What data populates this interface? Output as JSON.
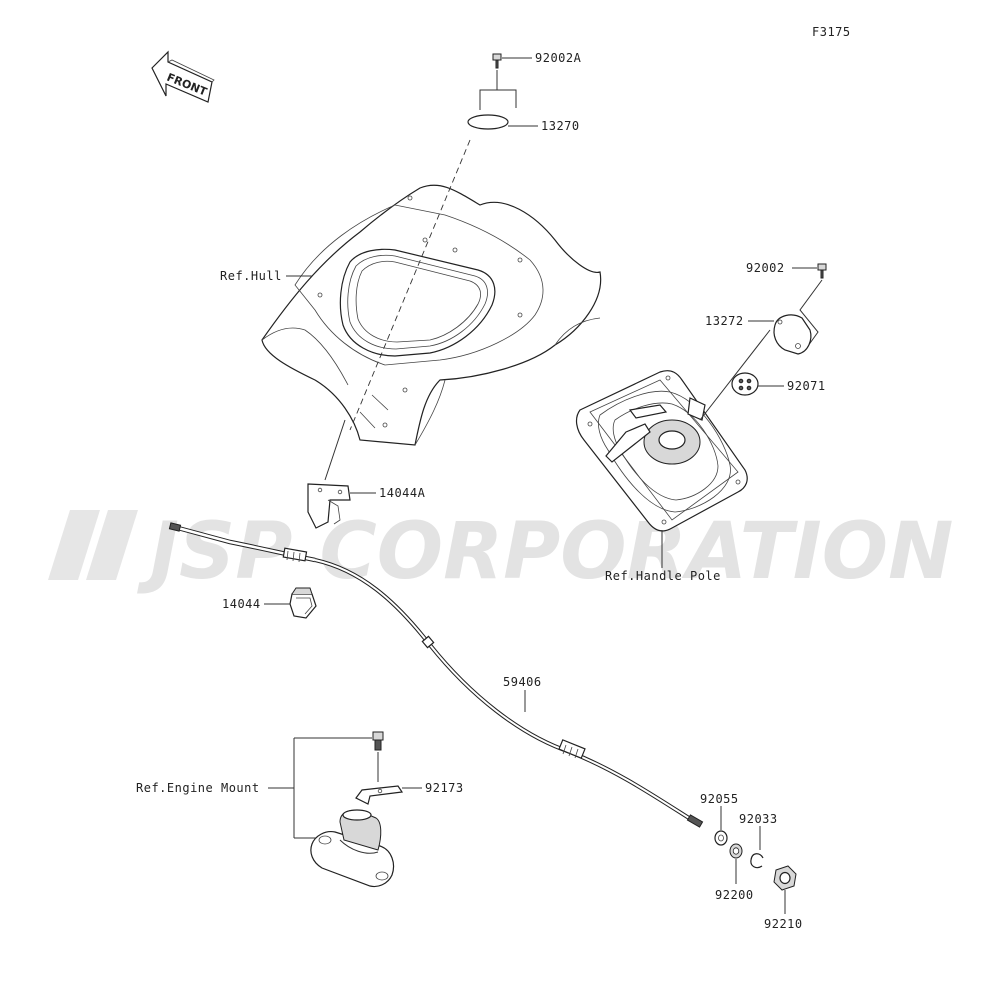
{
  "diagram": {
    "code": "F3175",
    "front_label": "FRONT",
    "watermark": "JSP CORPORATION",
    "parts": {
      "p92002A": "92002A",
      "p13270": "13270",
      "p92002": "92002",
      "p13272": "13272",
      "p92071": "92071",
      "p14044A": "14044A",
      "p14044": "14044",
      "p59406": "59406",
      "p92173": "92173",
      "p92055": "92055",
      "p92033": "92033",
      "p92200": "92200",
      "p92210": "92210"
    },
    "refs": {
      "hull": "Ref.Hull",
      "handle_pole": "Ref.Handle Pole",
      "engine_mount": "Ref.Engine Mount"
    }
  }
}
